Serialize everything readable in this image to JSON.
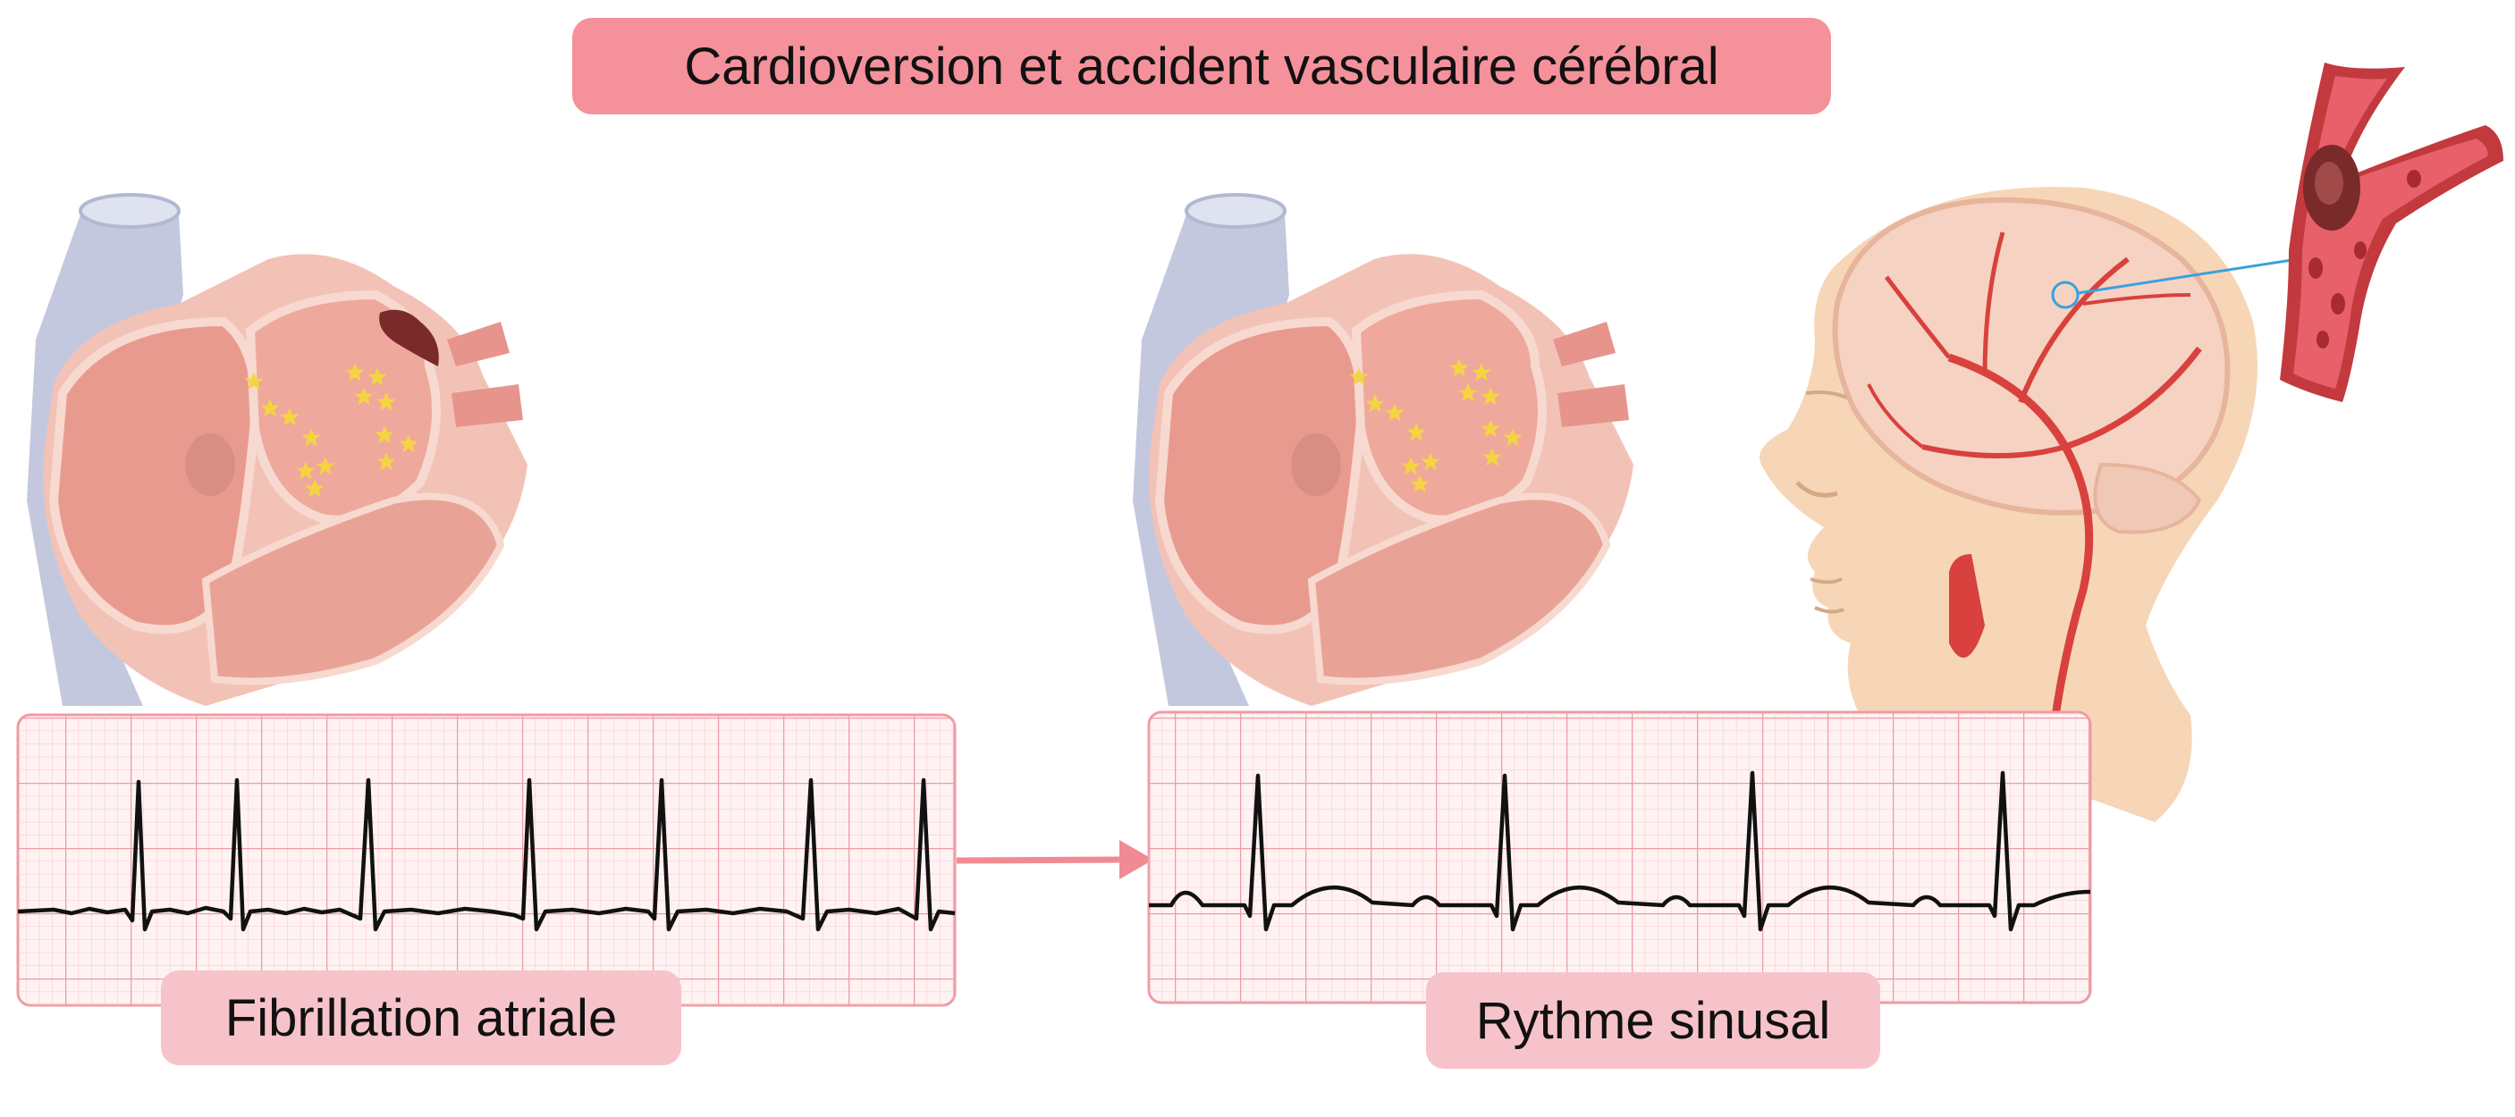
{
  "title": "Cardioversion et accident vasculaire cérébral",
  "labels": {
    "left_strip": "Fibrillation atriale",
    "right_strip": "Rythme sinusal"
  },
  "colors": {
    "title_bg": "#f4919a",
    "label_bg": "#f7c3ca",
    "arrow": "#f08b94",
    "ecg_grid": "#f2a7ae",
    "ecg_bg": "#fff2f3",
    "heart_tissue": "#f0b2a6",
    "vessel_blue": "#c4c8de",
    "artery_red": "#d8413d",
    "skin": "#f6d6b6",
    "clot": "#7a2a2a",
    "stars": "#f5d442"
  },
  "icons": [
    "heart-afib-illustration",
    "heart-sinus-illustration",
    "head-brain-illustration",
    "blood-vessel-clot-illustration",
    "arrow-right-icon",
    "star-icon"
  ]
}
